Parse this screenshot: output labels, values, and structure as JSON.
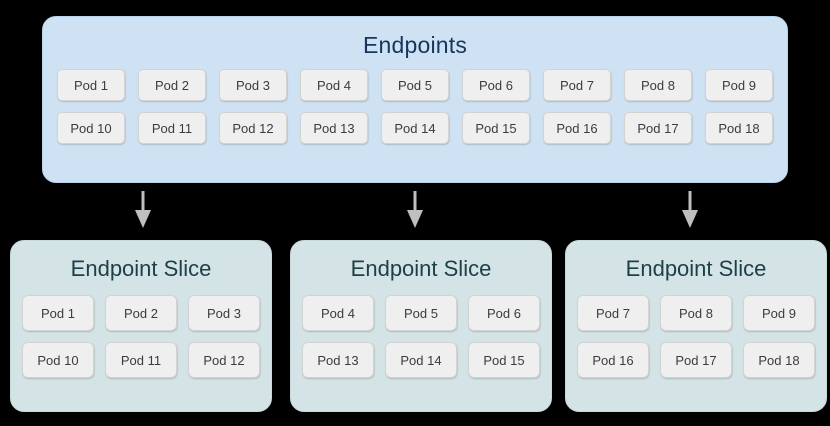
{
  "diagram": {
    "colors": {
      "background": "#000000",
      "endpoints_panel_fill": "#cfe2f3",
      "endpoints_panel_border": "#b9d3ea",
      "endpoints_title_color": "#17365d",
      "slice_fill": "#d4e3e5",
      "slice_border": "#c6d9db",
      "slice_title_color": "#1d3f47",
      "chip_fill": "#efefef",
      "chip_border": "#d3d3d3",
      "chip_text": "#3c3c3c",
      "arrow_color": "#bfbfbf"
    },
    "endpoints": {
      "title": "Endpoints",
      "rows": [
        [
          "Pod 1",
          "Pod 2",
          "Pod 3",
          "Pod 4",
          "Pod 5",
          "Pod 6",
          "Pod 7",
          "Pod 8",
          "Pod 9"
        ],
        [
          "Pod 10",
          "Pod 11",
          "Pod 12",
          "Pod 13",
          "Pod 14",
          "Pod 15",
          "Pod 16",
          "Pod 17",
          "Pod 18"
        ]
      ]
    },
    "arrows": [
      {
        "name": "arrow-to-slice-1"
      },
      {
        "name": "arrow-to-slice-2"
      },
      {
        "name": "arrow-to-slice-3"
      }
    ],
    "slices": [
      {
        "title": "Endpoint Slice",
        "rows": [
          [
            "Pod 1",
            "Pod 2",
            "Pod 3"
          ],
          [
            "Pod 10",
            "Pod 11",
            "Pod 12"
          ]
        ]
      },
      {
        "title": "Endpoint Slice",
        "rows": [
          [
            "Pod 4",
            "Pod 5",
            "Pod 6"
          ],
          [
            "Pod 13",
            "Pod 14",
            "Pod 15"
          ]
        ]
      },
      {
        "title": "Endpoint Slice",
        "rows": [
          [
            "Pod 7",
            "Pod 8",
            "Pod 9"
          ],
          [
            "Pod 16",
            "Pod 17",
            "Pod 18"
          ]
        ]
      }
    ]
  }
}
